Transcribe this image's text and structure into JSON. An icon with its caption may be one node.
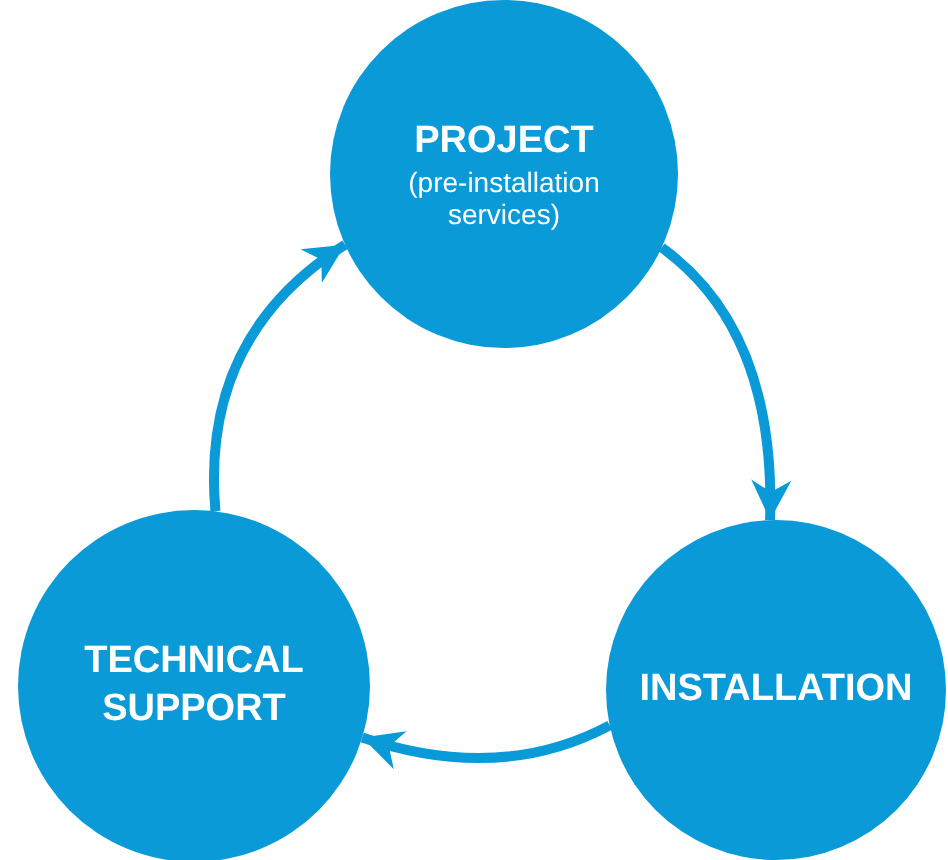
{
  "diagram": {
    "nodes": [
      {
        "text": [
          "PROJECT",
          "(pre-installation services)"
        ]
      },
      {
        "text": [
          "INSTALLATION"
        ]
      },
      {
        "text": [
          "TECHNICAL SUPPORT"
        ]
      }
    ],
    "edges": [
      {
        "from": 0,
        "to": 1,
        "arrow": "to"
      },
      {
        "from": 1,
        "to": 2,
        "arrow": "to"
      },
      {
        "from": 2,
        "to": 0,
        "arrow": "to"
      }
    ]
  }
}
